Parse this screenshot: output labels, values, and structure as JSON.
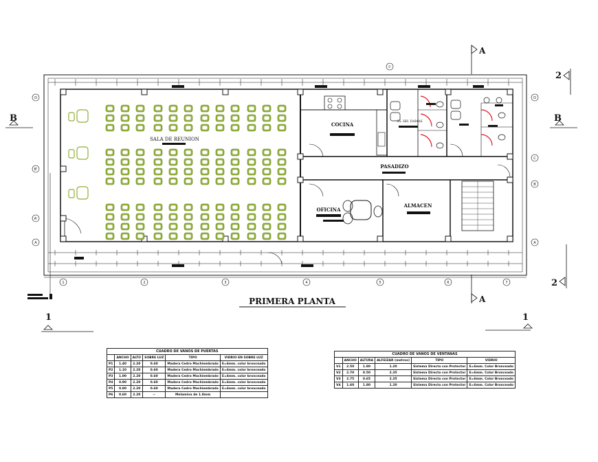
{
  "drawing_title": "PRIMERA  PLANTA",
  "section_markers": {
    "a_top": "A",
    "a_bottom": "A",
    "b_left": "B",
    "b_right": "B",
    "two_top": "2",
    "two_bottom": "2",
    "one_left": "1",
    "one_right": "1"
  },
  "rooms": {
    "sala": "SALA DE REUNION",
    "cocina": "COCINA",
    "sshh_damas": "SS. HH. DAMAS",
    "pasadizo": "PASADIZO",
    "oficina": "OFICINA",
    "almacen": "ALMACEN"
  },
  "grid": {
    "columns": [
      "1",
      "2",
      "3",
      "4",
      "5",
      "6",
      "7"
    ],
    "rows_left": [
      "D",
      "B'",
      "A'",
      "A"
    ],
    "rows_right": [
      "D",
      "C",
      "B",
      "A"
    ],
    "top_marker": "5'"
  },
  "puertas": {
    "title": "CUADRO DE VANOS DE PUERTAS",
    "headers": [
      "",
      "ANCHO",
      "ALTO",
      "SOBRE LUZ",
      "TIPO",
      "VIDRIO EN SOBRE LUZ"
    ],
    "rows": [
      [
        "P1",
        "1.40",
        "2.20",
        "0.60",
        "Madera Cedro Machiembrado",
        "E=6mm. color bronceado"
      ],
      [
        "P2",
        "1.10",
        "2.20",
        "0.60",
        "Madera Cedro Machiembrado",
        "E=6mm. color bronceado"
      ],
      [
        "P3",
        "1.00",
        "2.20",
        "0.60",
        "Madera Cedro Machiembrado",
        "E=6mm. color bronceado"
      ],
      [
        "P4",
        "0.90",
        "2.20",
        "0.60",
        "Madera Cedro Machiembrado",
        "E=6mm. color bronceado"
      ],
      [
        "P5",
        "0.80",
        "2.20",
        "0.60",
        "Madera Cedro Machiembrado",
        "E=6mm. color bronceado"
      ],
      [
        "P6",
        "0.60",
        "2.20",
        "--",
        "Melamina de 1.8mm",
        ""
      ]
    ]
  },
  "ventanas": {
    "title": "CUADRO DE VANOS DE VENTANAS",
    "headers": [
      "",
      "ANCHO",
      "ALTURA",
      "ALFEIZAR (metros)",
      "TIPO",
      "VIDRIO"
    ],
    "rows": [
      [
        "V1",
        "2.50",
        "1.80",
        "1.20",
        "Sistema Directo con Protector",
        "E=6mm. Color Bronceado"
      ],
      [
        "V2",
        "2.70",
        "0.50",
        "2.35",
        "Sistema Directo con Protector",
        "E=6mm. Color Bronceado"
      ],
      [
        "V3",
        "2.75",
        "0.65",
        "2.35",
        "Sistema Directo con Protector",
        "E=6mm. Color Bronceado"
      ],
      [
        "V4",
        "1.60",
        "1.80",
        "1.20",
        "Sistema Directo con Protector",
        "E=6mm. Color Bronceado"
      ]
    ]
  },
  "colors": {
    "line": "#111111",
    "chair": "#9ab83a",
    "chair_dark": "#5e7a1a",
    "door_red": "#e0141e"
  }
}
